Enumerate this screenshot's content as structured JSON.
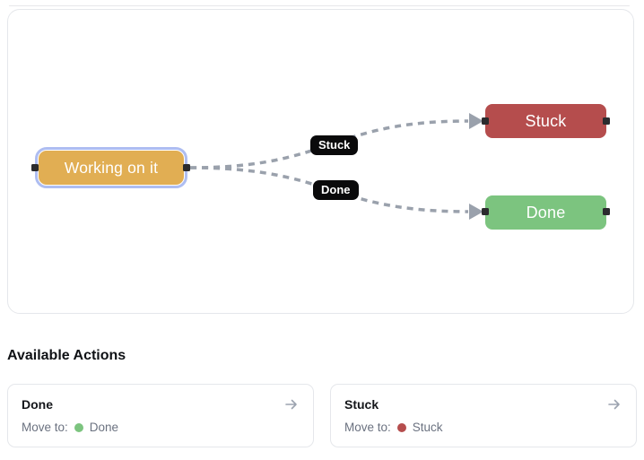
{
  "colors": {
    "canvas_border": "#e5e7eb",
    "selection_ring": "#aebdf1",
    "edge": "#9aa1ac",
    "edge_label_bg": "#0a0a0b",
    "handle": "#2b2b2e",
    "muted_text": "#6b7280",
    "arrow_icon": "#9ca3af"
  },
  "workflow": {
    "nodes": [
      {
        "id": "working",
        "label": "Working on it",
        "color": "#e1ae53",
        "selected": true
      },
      {
        "id": "stuck",
        "label": "Stuck",
        "color": "#b54d4d",
        "selected": false
      },
      {
        "id": "done",
        "label": "Done",
        "color": "#7cc47f",
        "selected": false
      }
    ],
    "edges": [
      {
        "from": "Working on it",
        "to": "Stuck",
        "label": "Stuck"
      },
      {
        "from": "Working on it",
        "to": "Done",
        "label": "Done"
      }
    ]
  },
  "actions_section": {
    "heading": "Available Actions",
    "cards": [
      {
        "title": "Done",
        "move_to_label": "Move to:",
        "target": "Done",
        "dot_color": "#7cc47f"
      },
      {
        "title": "Stuck",
        "move_to_label": "Move to:",
        "target": "Stuck",
        "dot_color": "#b54d4d"
      }
    ]
  }
}
